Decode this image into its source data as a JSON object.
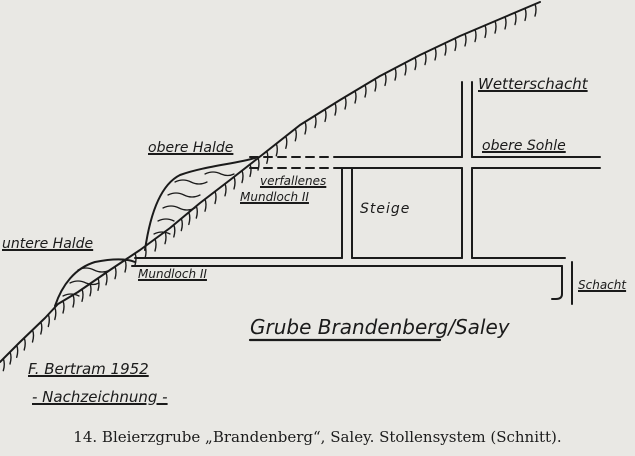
{
  "labels": {
    "wetterschacht": "Wetterschacht",
    "obere_sohle": "obere Sohle",
    "obere_halde": "obere Halde",
    "verfallenes": "verfallenes",
    "mundloch_upper": "Mundloch II",
    "steige": "Steige",
    "untere_halde": "untere Halde",
    "mundloch_lower": "Mundloch II",
    "schacht": "Schacht",
    "title": "Grube Brandenberg/Saley",
    "author": "F. Bertram 1952",
    "note": "- Nachzeichnung -"
  },
  "caption": "14. Bleierzgrube „Brandenberg“, Saley. Stollensystem (Schnitt).",
  "colors": {
    "ink": "#1b1b1b",
    "paper": "#e9e8e4"
  }
}
